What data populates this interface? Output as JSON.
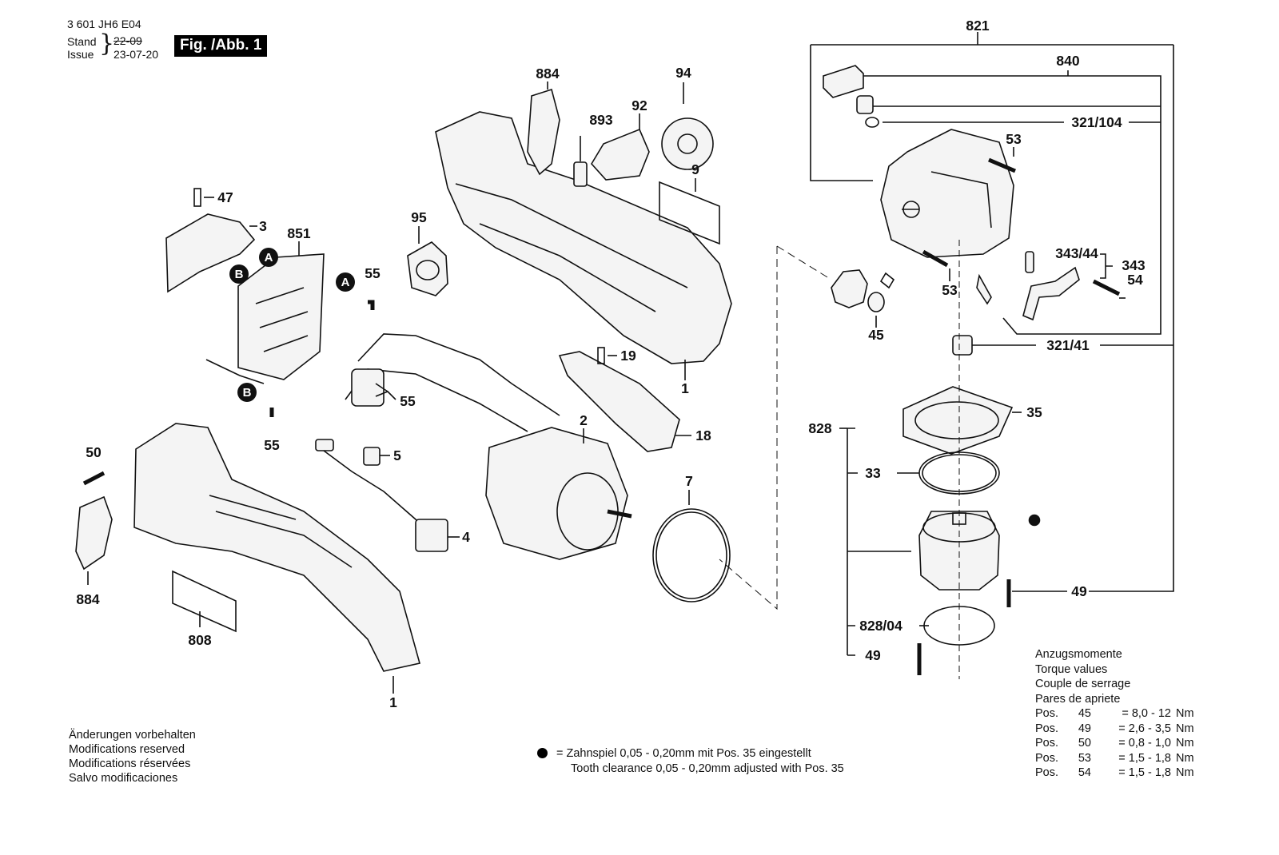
{
  "header": {
    "part_number": "3 601 JH6 E04",
    "stand_label": "Stand",
    "issue_label": "Issue",
    "stand_date": "22-09",
    "issue_date": "23-07-20",
    "figure_label": "Fig. /Abb. 1"
  },
  "callouts": {
    "c821": "821",
    "c840": "840",
    "c321_104": "321/104",
    "c53a": "53",
    "c53b": "53",
    "c343_44": "343/44",
    "c343": "343",
    "c54": "54",
    "c45": "45",
    "c321_41": "321/41",
    "c828": "828",
    "c35": "35",
    "c33": "33",
    "c49a": "49",
    "c828_04": "828/04",
    "c49b": "49",
    "c884a": "884",
    "c94": "94",
    "c92": "92",
    "c893": "893",
    "c9": "9",
    "c95": "95",
    "c1a": "1",
    "c19": "19",
    "c18": "18",
    "c2": "2",
    "c7": "7",
    "c47": "47",
    "c3": "3",
    "c851": "851",
    "c55a": "55",
    "c55b": "55",
    "c55c": "55",
    "c5": "5",
    "c4": "4",
    "c50": "50",
    "c884b": "884",
    "c808": "808",
    "c1b": "1"
  },
  "markers": {
    "A": "A",
    "B": "B"
  },
  "notes": {
    "lines": [
      "Änderungen vorbehalten",
      "Modifications reserved",
      "Modifications réservées",
      "Salvo modificaciones"
    ]
  },
  "tooth_note": {
    "symbol": "●",
    "line1": "= Zahnspiel 0,05 - 0,20mm mit Pos. 35 eingestellt",
    "line2": "Tooth clearance 0,05 - 0,20mm adjusted with Pos. 35"
  },
  "torque": {
    "titles": [
      "Anzugsmomente",
      "Torque values",
      "Couple de serrage",
      "Pares de apriete"
    ],
    "rows": [
      {
        "pos": "Pos.",
        "num": "45",
        "value": "= 8,0 - 12",
        "unit": "Nm"
      },
      {
        "pos": "Pos.",
        "num": "49",
        "value": "= 2,6 - 3,5",
        "unit": "Nm"
      },
      {
        "pos": "Pos.",
        "num": "50",
        "value": "= 0,8 - 1,0",
        "unit": "Nm"
      },
      {
        "pos": "Pos.",
        "num": "53",
        "value": "= 1,5 - 1,8",
        "unit": "Nm"
      },
      {
        "pos": "Pos.",
        "num": "54",
        "value": "= 1,5 - 1,8",
        "unit": "Nm"
      }
    ]
  },
  "colors": {
    "ink": "#111111",
    "paper": "#ffffff",
    "part_fill": "#f4f4f4"
  }
}
